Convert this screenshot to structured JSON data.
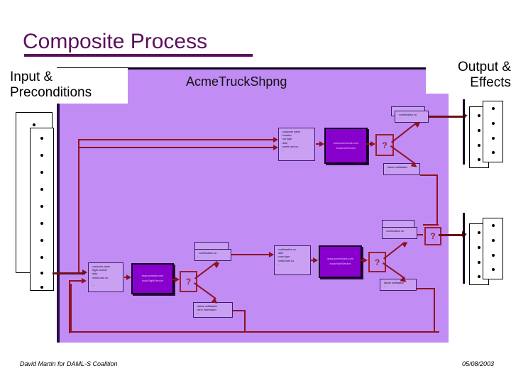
{
  "slide": {
    "title": "Composite Process",
    "canvas_label": "AcmeTruckShpng",
    "input_heading_line1": "Input &",
    "input_heading_line2": "Preconditions",
    "output_heading_line1": "Output &",
    "output_heading_line2": "Effects",
    "footer_author": "David Martin for DAML-S Coalition",
    "footer_date": "05/08/2003",
    "accent_title_color": "#5b0f5b",
    "canvas_color": "#c28cf5",
    "service_color": "#8800cc",
    "connector_color": "#8f1220"
  },
  "branches": [
    {
      "id": "truck",
      "inputs": {
        "label": "truck-inputs",
        "items": [
          "customer name",
          "location",
          "car type",
          "date",
          "credit card no.",
          "..."
        ]
      },
      "service": {
        "url": "www.acmetruck.com",
        "operation": "bookCarService"
      },
      "decision": "?",
      "success": {
        "label": "truck-confirmation",
        "items": [
          "confirmation no.",
          "..."
        ]
      },
      "failure": {
        "label": "truck-failure",
        "items": [
          "failure notification",
          "..."
        ]
      }
    },
    {
      "id": "flight",
      "inputs": {
        "label": "flight-inputs",
        "items": [
          "customer name",
          "flight number",
          "date",
          "credit card no.",
          "",
          "..."
        ]
      },
      "service": {
        "url": "www.acmeair.com",
        "operation": "bookFlightService"
      },
      "decision": "?",
      "success": {
        "label": "flight-confirmation",
        "items": [
          "confirmation no.",
          "..."
        ]
      },
      "failure": {
        "label": "flight-failure",
        "items": [
          "failure notification",
          "error information",
          "..."
        ]
      }
    },
    {
      "id": "hotel",
      "inputs": {
        "label": "hotel-inputs",
        "items": [
          "confirmation no.",
          "date",
          "room type",
          "credit card no.",
          "..."
        ]
      },
      "service": {
        "url": "www.acmehotels.com",
        "operation": "bookHotelService"
      },
      "decision": "?",
      "success": {
        "label": "hotel-confirmation",
        "items": [
          "confirmation no.",
          "..."
        ]
      },
      "failure": {
        "label": "hotel-failure",
        "items": [
          "failure notification",
          "..."
        ]
      }
    }
  ],
  "io_stacks": {
    "input_back_bullets": 10,
    "input_front_bullets": 10,
    "output_top_back_bullets": 4,
    "output_top_front_bullets": 4,
    "output_bottom_back_bullets": 4,
    "output_bottom_front_bullets": 4
  }
}
